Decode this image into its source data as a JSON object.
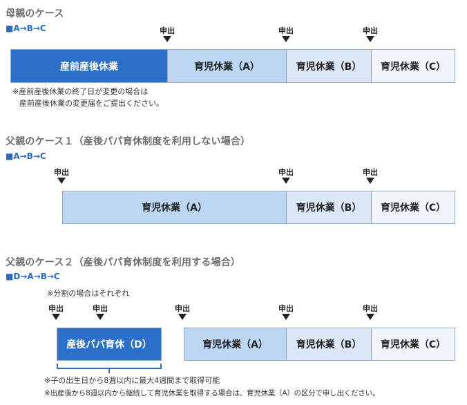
{
  "mother": {
    "title": "母親のケース",
    "sequence": "■A→B→C",
    "segments": [
      "産前産後休業",
      "育児休業（A）",
      "育児休業（B）",
      "育児休業（C）"
    ],
    "notes": [
      "※産前産後休業の終了日が変更の場合は",
      "産前産後休業の変更届をご提出ください。"
    ]
  },
  "father1": {
    "title": "父親のケース１（産後パパ育休制度を利用しない場合）",
    "sequence": "■A→B→C",
    "segments": [
      "育児休業（A）",
      "育児休業（B）",
      "育児休業（C）"
    ]
  },
  "father2": {
    "title": "父親のケース２（産後パパ育休制度を利用する場合）",
    "sequence": "■D→A→B→C",
    "split_note": "※分割の場合はそれぞれ",
    "d_segment": "産後パパ育休（D）",
    "segments": [
      "育児休業（A）",
      "育児休業（B）",
      "育児休業（C）"
    ],
    "notes": [
      "※子の出生日から8週以内に最大4週間まで取得可能",
      "※出産後から8週以内から継続して育児休業を取得する場合は、育児休業（A）の区分で申し出ください。"
    ]
  },
  "marker_label": "申出"
}
